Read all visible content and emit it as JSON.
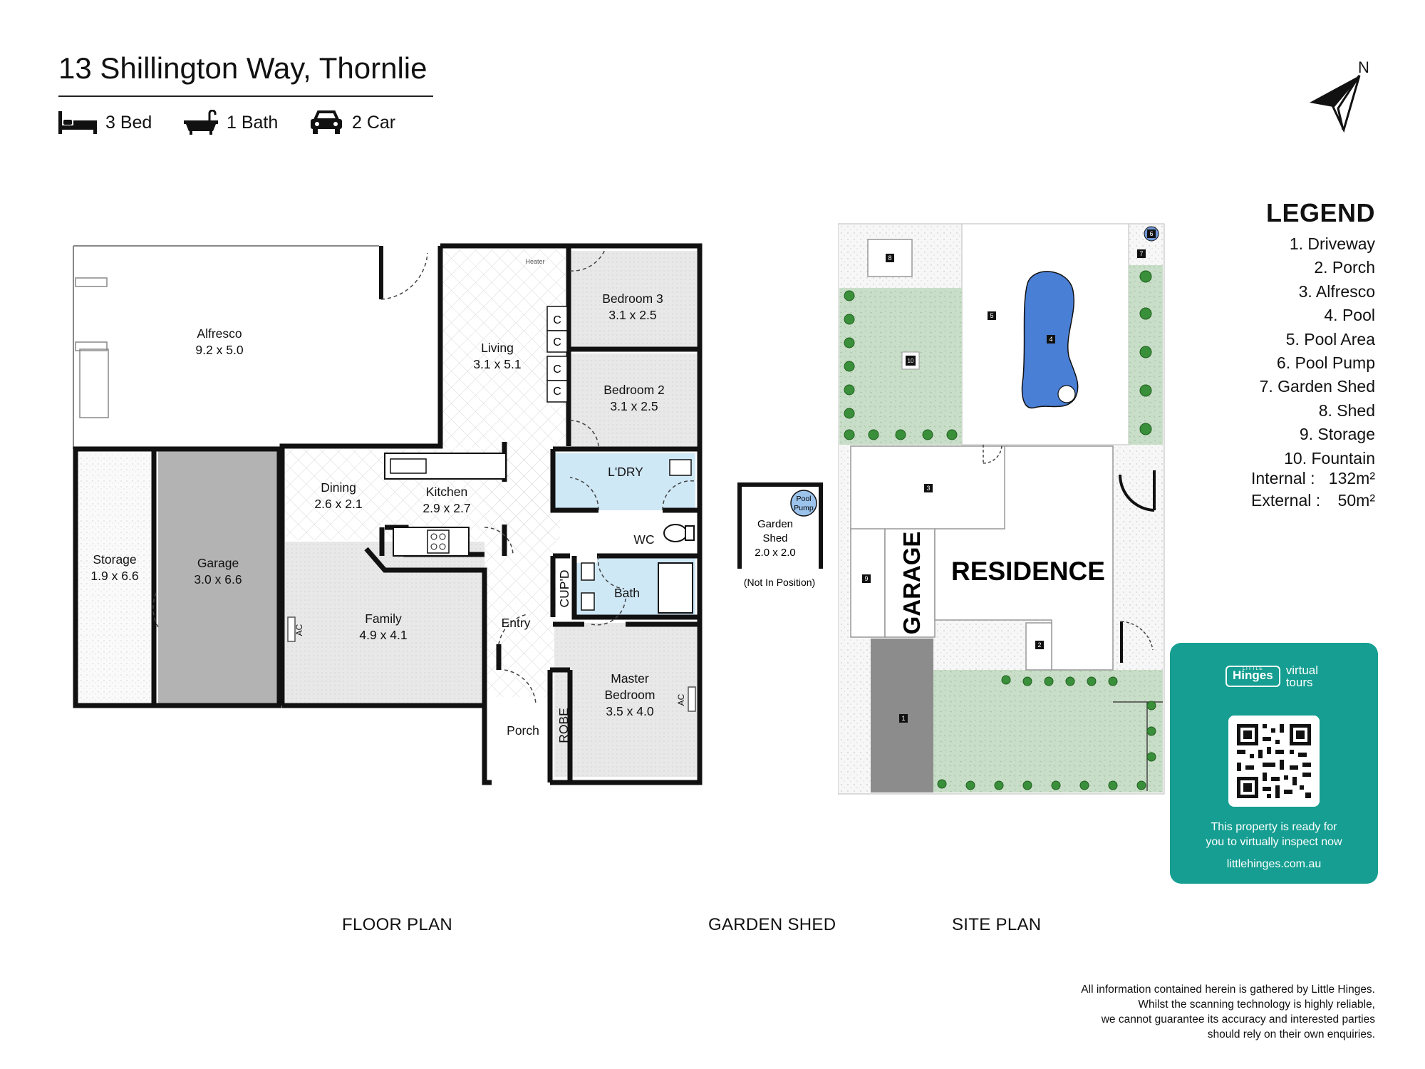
{
  "header": {
    "title": "13 Shillington Way, Thornlie",
    "features": [
      {
        "icon": "bed-icon",
        "label": "3 Bed"
      },
      {
        "icon": "bath-icon",
        "label": "1 Bath"
      },
      {
        "icon": "car-icon",
        "label": "2 Car"
      }
    ]
  },
  "compass": {
    "label": "N"
  },
  "floor_plan": {
    "rooms": {
      "alfresco": {
        "name": "Alfresco",
        "size": "9.2 x 5.0"
      },
      "living": {
        "name": "Living",
        "size": "3.1 x 5.1"
      },
      "bedroom3": {
        "name": "Bedroom 3",
        "size": "3.1 x 2.5"
      },
      "bedroom2": {
        "name": "Bedroom 2",
        "size": "3.1 x 2.5"
      },
      "dining": {
        "name": "Dining",
        "size": "2.6 x 2.1"
      },
      "kitchen": {
        "name": "Kitchen",
        "size": "2.9 x 2.7"
      },
      "laundry": {
        "name": "L'DRY"
      },
      "wc": {
        "name": "WC"
      },
      "bath": {
        "name": "Bath"
      },
      "cupboard": {
        "name": "CUP'D"
      },
      "storage": {
        "name": "Storage",
        "size": "1.9 x 6.6"
      },
      "garage": {
        "name": "Garage",
        "size": "3.0 x 6.6"
      },
      "family": {
        "name": "Family",
        "size": "4.9 x 4.1"
      },
      "entry": {
        "name": "Entry"
      },
      "master": {
        "name": "Master",
        "name2": "Bedroom",
        "size": "3.5 x 4.0"
      },
      "robe": {
        "name": "ROBE"
      },
      "porch": {
        "name": "Porch"
      }
    },
    "fixtures": {
      "heater": "Heater",
      "ac": "AC",
      "cupboard_mark": "C"
    }
  },
  "garden_shed": {
    "name": "Garden",
    "name2": "Shed",
    "size": "2.0 x 2.0",
    "note": "(Not In Position)",
    "pump": "Pool",
    "pump2": "Pump"
  },
  "site_plan": {
    "residence": "RESIDENCE",
    "garage": "GARAGE",
    "markers": [
      "1",
      "2",
      "3",
      "4",
      "5",
      "6",
      "7",
      "8",
      "9",
      "10"
    ]
  },
  "legend": {
    "title": "LEGEND",
    "items": [
      "1. Driveway",
      "2. Porch",
      "3. Alfresco",
      "4. Pool",
      "5. Pool Area",
      "6. Pool Pump",
      "7. Garden Shed",
      "8. Shed",
      "9. Storage",
      "10. Fountain"
    ]
  },
  "areas": {
    "internal_label": "Internal  :",
    "internal_value": "132m²",
    "external_label": "External :",
    "external_value": "50m²"
  },
  "promo": {
    "brand_small": "LITTLE",
    "brand": "Hinges",
    "product_line1": "virtual",
    "product_line2": "tours",
    "text_line1": "This property is ready for",
    "text_line2": "you to virtually inspect now",
    "url": "littlehinges.com.au"
  },
  "captions": {
    "floor_plan": "FLOOR PLAN",
    "garden_shed": "GARDEN SHED",
    "site_plan": "SITE PLAN"
  },
  "disclaimer": [
    "All information contained herein is gathered by Little Hinges.",
    "Whilst the scanning technology is highly reliable,",
    "we cannot guarantee its accuracy and interested parties",
    "should rely on their own enquiries."
  ],
  "colors": {
    "wall": "#111111",
    "garage_fill": "#b3b3b3",
    "wet_area": "#cfe8f6",
    "lawn": "#c9dec8",
    "pool": "#4a7fd6",
    "driveway": "#8c8c8c",
    "promo": "#159e91"
  }
}
